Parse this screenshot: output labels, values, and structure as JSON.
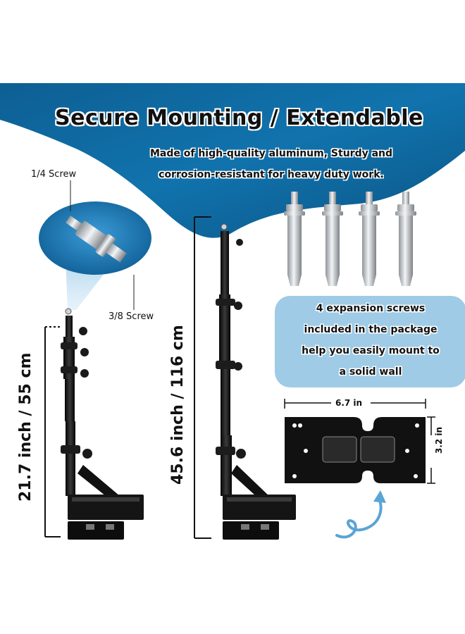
{
  "heading": {
    "title": "Secure Mounting /  Extendable",
    "line1": "Made of high-quality aluminum, Sturdy and",
    "line2": "corrosion-resistant for heavy duty work."
  },
  "screw_labels": {
    "top": "1/4 Screw",
    "bottom": "3/8 Screw"
  },
  "measurements": {
    "short_height": "21.7 inch / 55 cm",
    "tall_height": "45.6 inch / 116 cm",
    "plate_width": "6.7 in",
    "plate_height": "3.2 in"
  },
  "callout": {
    "line1": "4 expansion screws",
    "line2": "included in the package",
    "line3": "help you easily mount to",
    "line4": "a solid wall"
  },
  "colors": {
    "banner": "#0e6aa1",
    "banner_dark": "#09527f",
    "callout": "#9fcbe6",
    "arrow": "#5aa4d6"
  }
}
